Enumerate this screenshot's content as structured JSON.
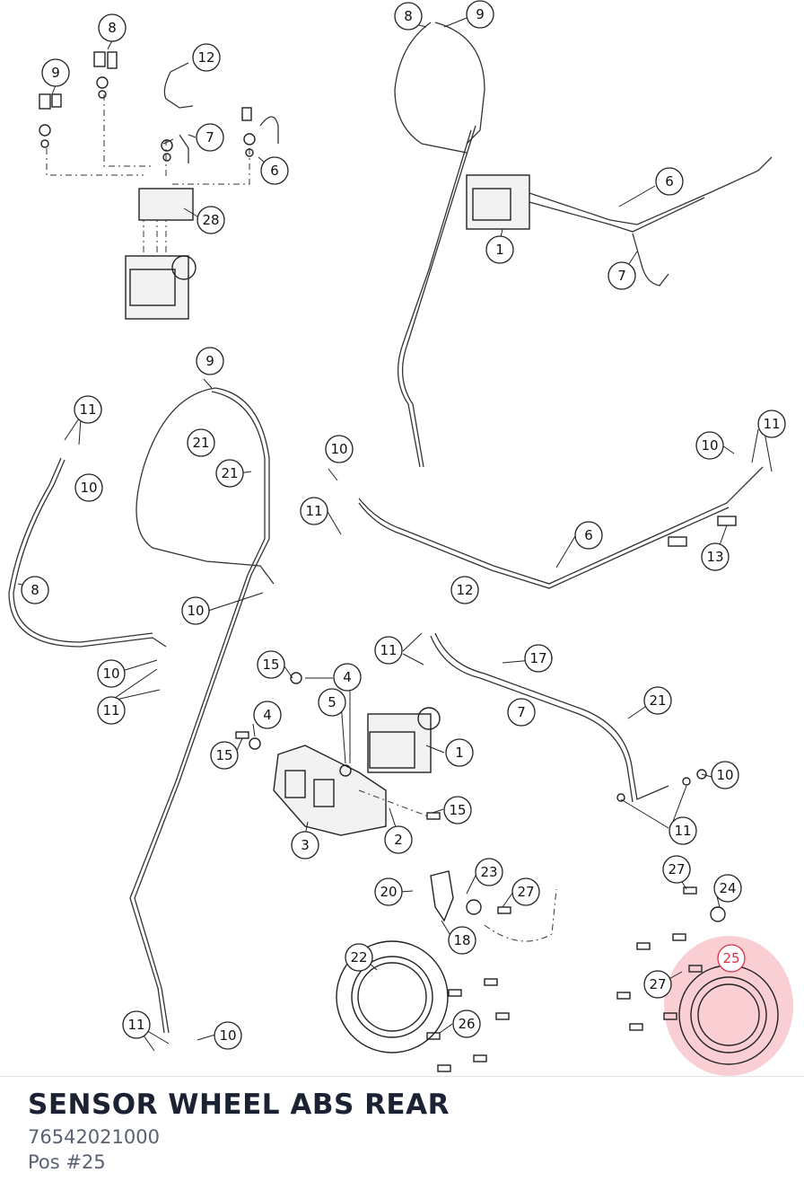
{
  "part": {
    "name": "SENSOR WHEEL ABS REAR",
    "number": "76542021000",
    "position": "Pos #25"
  },
  "highlight": {
    "label": "25",
    "color": "#e0304a"
  },
  "callouts": [
    "8",
    "9",
    "12",
    "7",
    "6",
    "28",
    "1",
    "6",
    "7",
    "11",
    "10",
    "9",
    "21",
    "21",
    "8",
    "10",
    "11",
    "12",
    "6",
    "10",
    "11",
    "13",
    "15",
    "4",
    "5",
    "4",
    "15",
    "1",
    "11",
    "17",
    "21",
    "7",
    "10",
    "11",
    "3",
    "2",
    "15",
    "10",
    "11",
    "23",
    "20",
    "27",
    "18",
    "22",
    "26",
    "27",
    "24",
    "25",
    "27",
    "11",
    "10"
  ]
}
